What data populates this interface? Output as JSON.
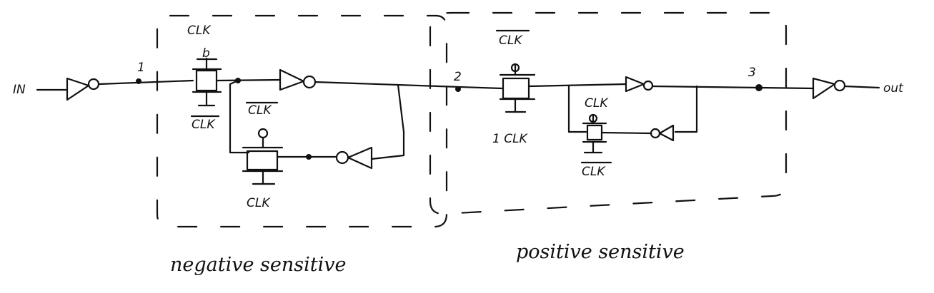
{
  "labels": {
    "input": "IN",
    "output": "out",
    "node1": "1",
    "node2": "2",
    "node3": "3",
    "clk": "CLK",
    "clk_bar": "CLK",
    "one_clk": "1 CLK",
    "b": "b",
    "negative_caption": "negative sensitive",
    "positive_caption": "positive sensitive"
  },
  "colors": {
    "ink": "#111111",
    "background": "#ffffff"
  }
}
